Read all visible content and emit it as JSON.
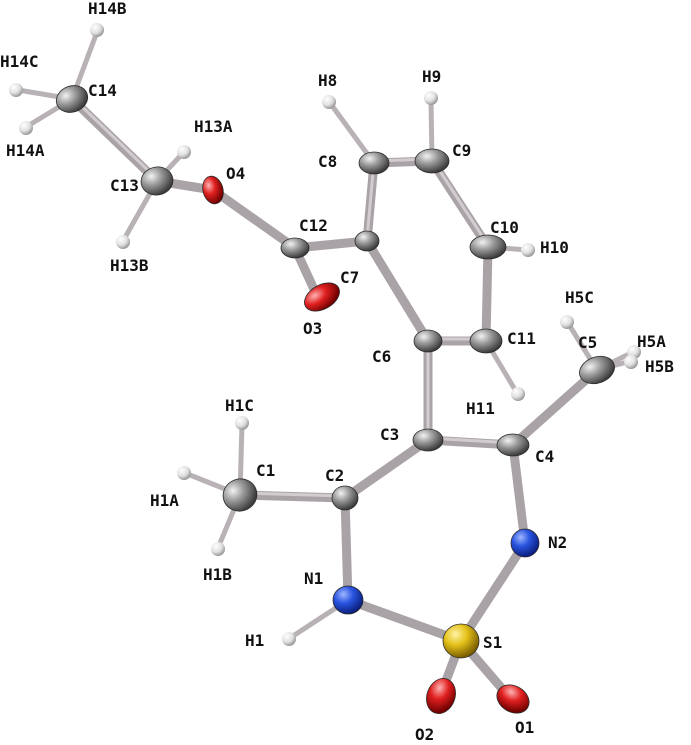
{
  "figure": {
    "atoms": {
      "C1": "C1",
      "C2": "C2",
      "C3": "C3",
      "C4": "C4",
      "C5": "C5",
      "C6": "C6",
      "C7": "C7",
      "C8": "C8",
      "C9": "C9",
      "C10": "C10",
      "C11": "C11",
      "C12": "C12",
      "C13": "C13",
      "C14": "C14",
      "N1": "N1",
      "N2": "N2",
      "S1": "S1",
      "O1": "O1",
      "O2": "O2",
      "O3": "O3",
      "O4": "O4",
      "H1": "H1",
      "H1A": "H1A",
      "H1B": "H1B",
      "H1C": "H1C",
      "H5A": "H5A",
      "H5B": "H5B",
      "H5C": "H5C",
      "H8": "H8",
      "H9": "H9",
      "H10": "H10",
      "H11": "H11",
      "H13A": "H13A",
      "H13B": "H13B",
      "H14A": "H14A",
      "H14B": "H14B",
      "H14C": "H14C"
    },
    "colors": {
      "carbon": "#8c8c8c",
      "nitrogen": "#2a55e0",
      "sulfur": "#e6c21a",
      "oxygen": "#e02020",
      "hydrogen": "#e6e6e6",
      "bond": "#a9a2a6"
    }
  }
}
